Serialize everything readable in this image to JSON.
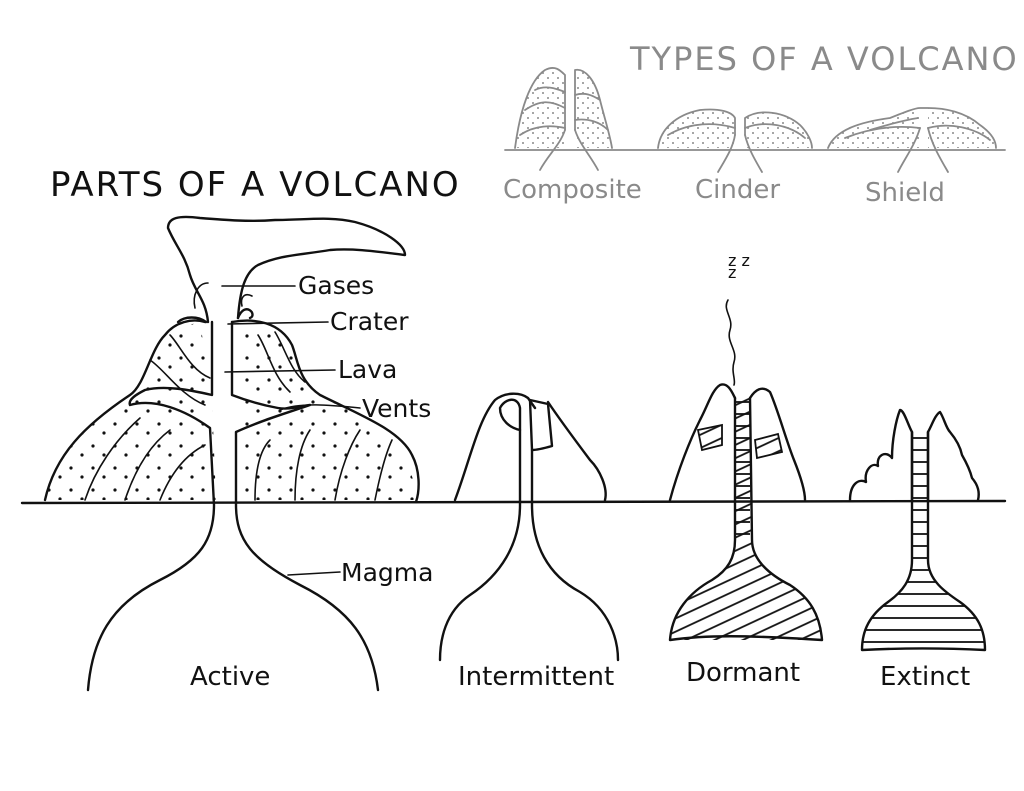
{
  "diagram": {
    "title_parts": "PARTS OF A VOLCANO",
    "title_types": "TYPES OF A VOLCANO",
    "part_labels": {
      "gases": "Gases",
      "crater": "Crater",
      "lava": "Lava",
      "vents": "Vents",
      "magma": "Magma"
    },
    "states": {
      "active": "Active",
      "intermittent": "Intermittent",
      "dormant": "Dormant",
      "extinct": "Extinct"
    },
    "types": {
      "composite": "Composite",
      "cinder": "Cinder",
      "shield": "Shield"
    },
    "sleep_text": "z z z",
    "colors": {
      "ink": "#111111",
      "faded": "#8a8a8a",
      "background": "#ffffff"
    }
  }
}
